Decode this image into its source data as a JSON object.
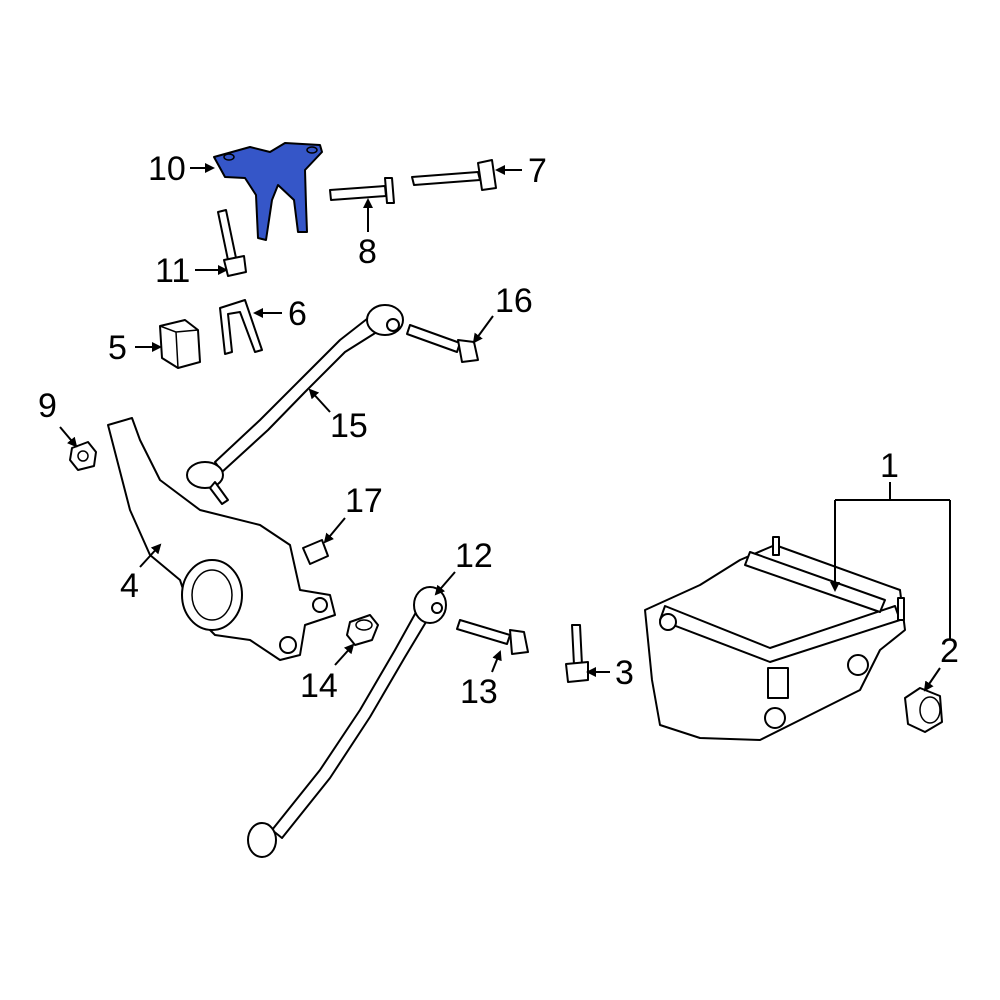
{
  "diagram": {
    "highlight_color": "#3556c8",
    "highlighted_part": "10",
    "callouts": [
      "1",
      "2",
      "3",
      "4",
      "5",
      "6",
      "7",
      "8",
      "9",
      "10",
      "11",
      "12",
      "13",
      "14",
      "15",
      "16",
      "17"
    ]
  }
}
